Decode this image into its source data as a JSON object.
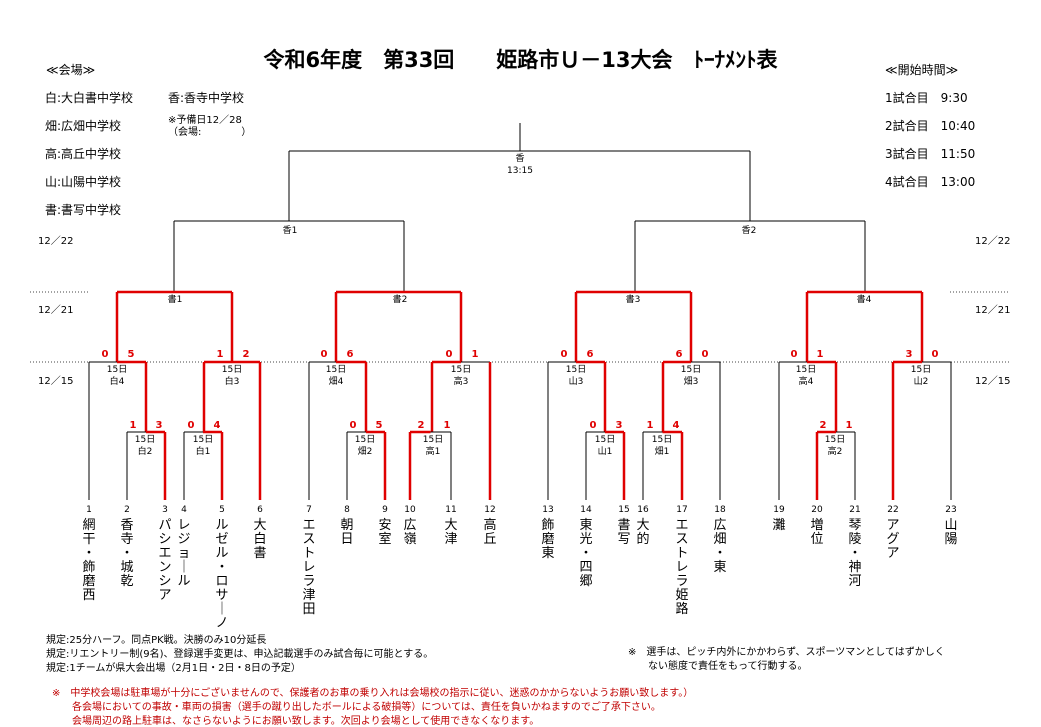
{
  "title": "令和6年度　第33回　　姫路市Ｕ－13大会　ﾄｰﾅﾒﾝﾄ表",
  "venues": {
    "heading": "≪会場≫",
    "items": [
      "白:大白書中学校",
      "畑:広畑中学校",
      "高:高丘中学校",
      "山:山陽中学校",
      "書:書写中学校"
    ],
    "extra": "香:香寺中学校",
    "reserve1": "※予備日12／28",
    "reserve2": "（会場:　　　　）"
  },
  "times": {
    "heading": "≪開始時間≫",
    "items": [
      "1試合目　9:30",
      "2試合目　10:40",
      "3試合目　11:50",
      "4試合目　13:00"
    ]
  },
  "dates": {
    "d22": "12／22",
    "d21": "12／21",
    "d15": "12／15"
  },
  "final": {
    "venue": "香",
    "time": "13:15"
  },
  "semis": [
    "香1",
    "香2"
  ],
  "quarters": [
    "書1",
    "書2",
    "書3",
    "書4"
  ],
  "r2": [
    {
      "day": "15日",
      "code": "白4"
    },
    {
      "day": "15日",
      "code": "白3"
    },
    {
      "day": "15日",
      "code": "畑4"
    },
    {
      "day": "15日",
      "code": "高3"
    },
    {
      "day": "15日",
      "code": "山3"
    },
    {
      "day": "15日",
      "code": "畑3"
    },
    {
      "day": "15日",
      "code": "高4"
    },
    {
      "day": "15日",
      "code": "山2"
    }
  ],
  "r1": [
    {
      "day": "15日",
      "code": "白2"
    },
    {
      "day": "15日",
      "code": "白1"
    },
    {
      "day": "15日",
      "code": "畑2"
    },
    {
      "day": "15日",
      "code": "高1"
    },
    {
      "day": "15日",
      "code": "山1"
    },
    {
      "day": "15日",
      "code": "畑1"
    },
    {
      "day": "15日",
      "code": "高2"
    }
  ],
  "teams": [
    {
      "num": "1",
      "name": "網干・飾磨西"
    },
    {
      "num": "2",
      "name": "香寺・城乾"
    },
    {
      "num": "3",
      "name": "パシエンシア"
    },
    {
      "num": "4",
      "name": "レジョール"
    },
    {
      "num": "5",
      "name": "ルゼル・ロサーノ"
    },
    {
      "num": "6",
      "name": "大白書"
    },
    {
      "num": "7",
      "name": "エストレラ津田"
    },
    {
      "num": "8",
      "name": "朝日"
    },
    {
      "num": "9",
      "name": "安室"
    },
    {
      "num": "10",
      "name": "広嶺"
    },
    {
      "num": "11",
      "name": "大津"
    },
    {
      "num": "12",
      "name": "高丘"
    },
    {
      "num": "13",
      "name": "飾磨東"
    },
    {
      "num": "14",
      "name": "東光・四郷"
    },
    {
      "num": "15",
      "name": "書写"
    },
    {
      "num": "16",
      "name": "大的"
    },
    {
      "num": "17",
      "name": "エストレラ姫路"
    },
    {
      "num": "18",
      "name": "広畑・東"
    },
    {
      "num": "19",
      "name": "灘"
    },
    {
      "num": "20",
      "name": "増位"
    },
    {
      "num": "21",
      "name": "琴陵・神河"
    },
    {
      "num": "22",
      "name": "アグア"
    },
    {
      "num": "23",
      "name": "山陽"
    }
  ],
  "scores": {
    "r2": [
      [
        "0",
        "5"
      ],
      [
        "1",
        "2"
      ],
      [
        "0",
        "6"
      ],
      [
        "0",
        "1"
      ],
      [
        "0",
        "6"
      ],
      [
        "6",
        "0"
      ],
      [
        "0",
        "1"
      ],
      [
        "3",
        "0"
      ]
    ],
    "r1": [
      [
        "1",
        "3"
      ],
      [
        "0",
        "4"
      ],
      [
        "0",
        "5"
      ],
      [
        "2",
        "1"
      ],
      [
        "0",
        "3"
      ],
      [
        "1",
        "4"
      ],
      [
        "2",
        "1"
      ]
    ]
  },
  "rules": [
    "規定:25分ハーフ。同点PK戦。決勝のみ10分延長",
    "規定:リエントリー制(9名)、登録選手変更は、申込記載選手のみ試合毎に可能とする。",
    "規定:1チームが県大会出場（2月1日・2日・8日の予定）"
  ],
  "sportsmanship": [
    "※　選手は、ピッチ内外にかかわらず、スポーツマンとしてはずかしく",
    "　　ない態度で責任をもって行動する。"
  ],
  "warnings": [
    "※　中学校会場は駐車場が十分にございませんので、保護者のお車の乗り入れは会場校の指示に従い、迷惑のかからないようお願い致します。）",
    "　　各会場においての事故・車両の損害（選手の蹴り出したボールによる破損等）については、責任を負いかねますのでご了承下さい。",
    "　　会場周辺の路上駐車は、なさらないようにお願い致します。次回より会場として使用できなくなります。"
  ],
  "colors": {
    "winner": "#e00000",
    "line": "#000000"
  }
}
